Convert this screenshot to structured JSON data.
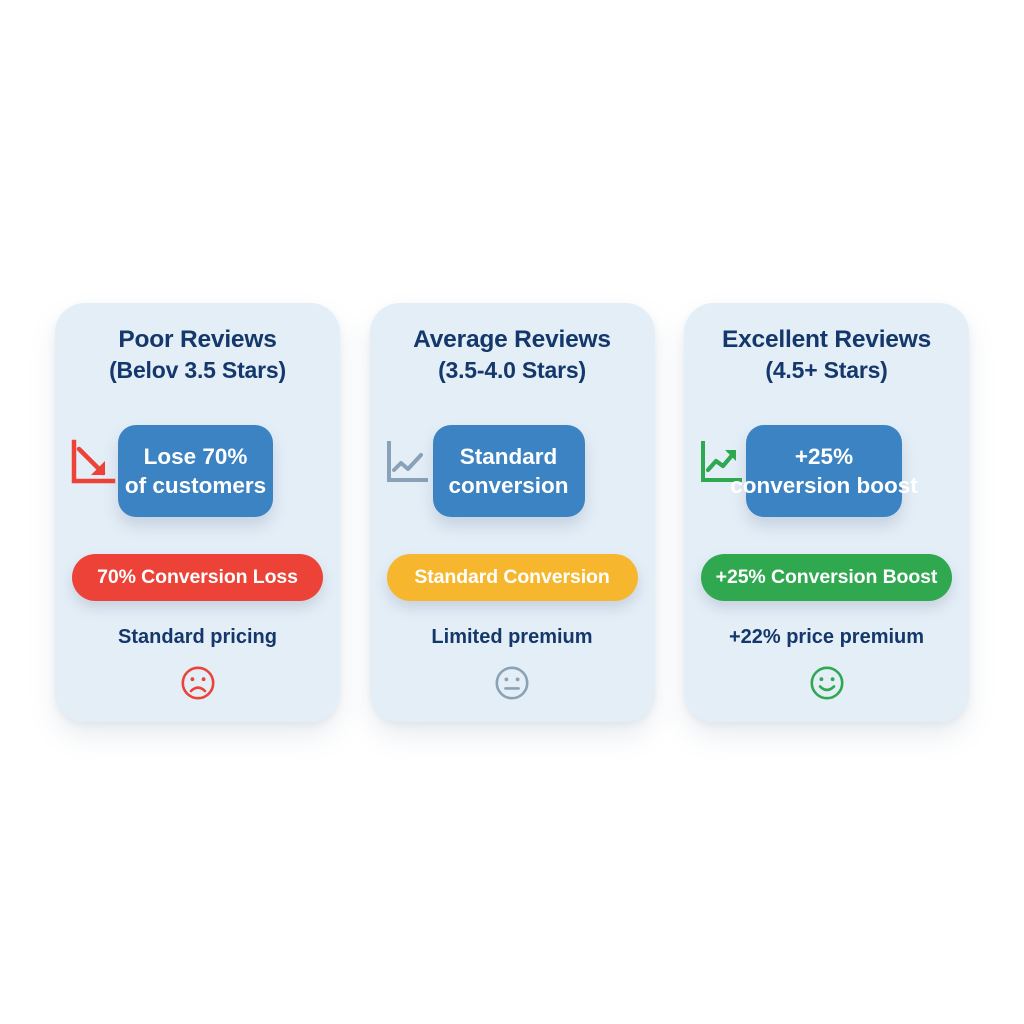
{
  "page": {
    "background": "#ffffff",
    "card_background": "#e4eef7",
    "title_color": "#14386b",
    "blue_badge_color": "#3c83c3"
  },
  "cards": [
    {
      "id": "poor-reviews",
      "title": "Poor Reviews",
      "subtitle": "(Belov 3.5 Stars)",
      "trend_icon": "chart-declining-arrow-icon",
      "trend_icon_color": "#ec4237",
      "badge_line1": "Lose 70%",
      "badge_line2": "of customers",
      "pill_label": "70% Conversion Loss",
      "pill_color": "#ec4237",
      "pricing": "Standard pricing",
      "face_icon": "sad-face-icon",
      "face_color": "#ec4237"
    },
    {
      "id": "average-reviews",
      "title": "Average Reviews",
      "subtitle": "(3.5-4.0 Stars)",
      "trend_icon": "chart-flat-line-icon",
      "trend_icon_color": "#8aa2b8",
      "badge_line1": "Standard",
      "badge_line2": "conversion",
      "pill_label": "Standard Conversion",
      "pill_color": "#f6b72e",
      "pricing": "Limited premium",
      "face_icon": "neutral-face-icon",
      "face_color": "#8aa2b8"
    },
    {
      "id": "excellent-reviews",
      "title": "Excellent Reviews",
      "subtitle": "(4.5+ Stars)",
      "trend_icon": "chart-rising-arrow-icon",
      "trend_icon_color": "#2fa84f",
      "badge_line1": "+25%",
      "badge_line2": "conversion boost",
      "pill_label": "+25% Conversion Boost",
      "pill_color": "#2fa84f",
      "pricing": "+22% price premium",
      "face_icon": "happy-face-icon",
      "face_color": "#2fa84f"
    }
  ]
}
